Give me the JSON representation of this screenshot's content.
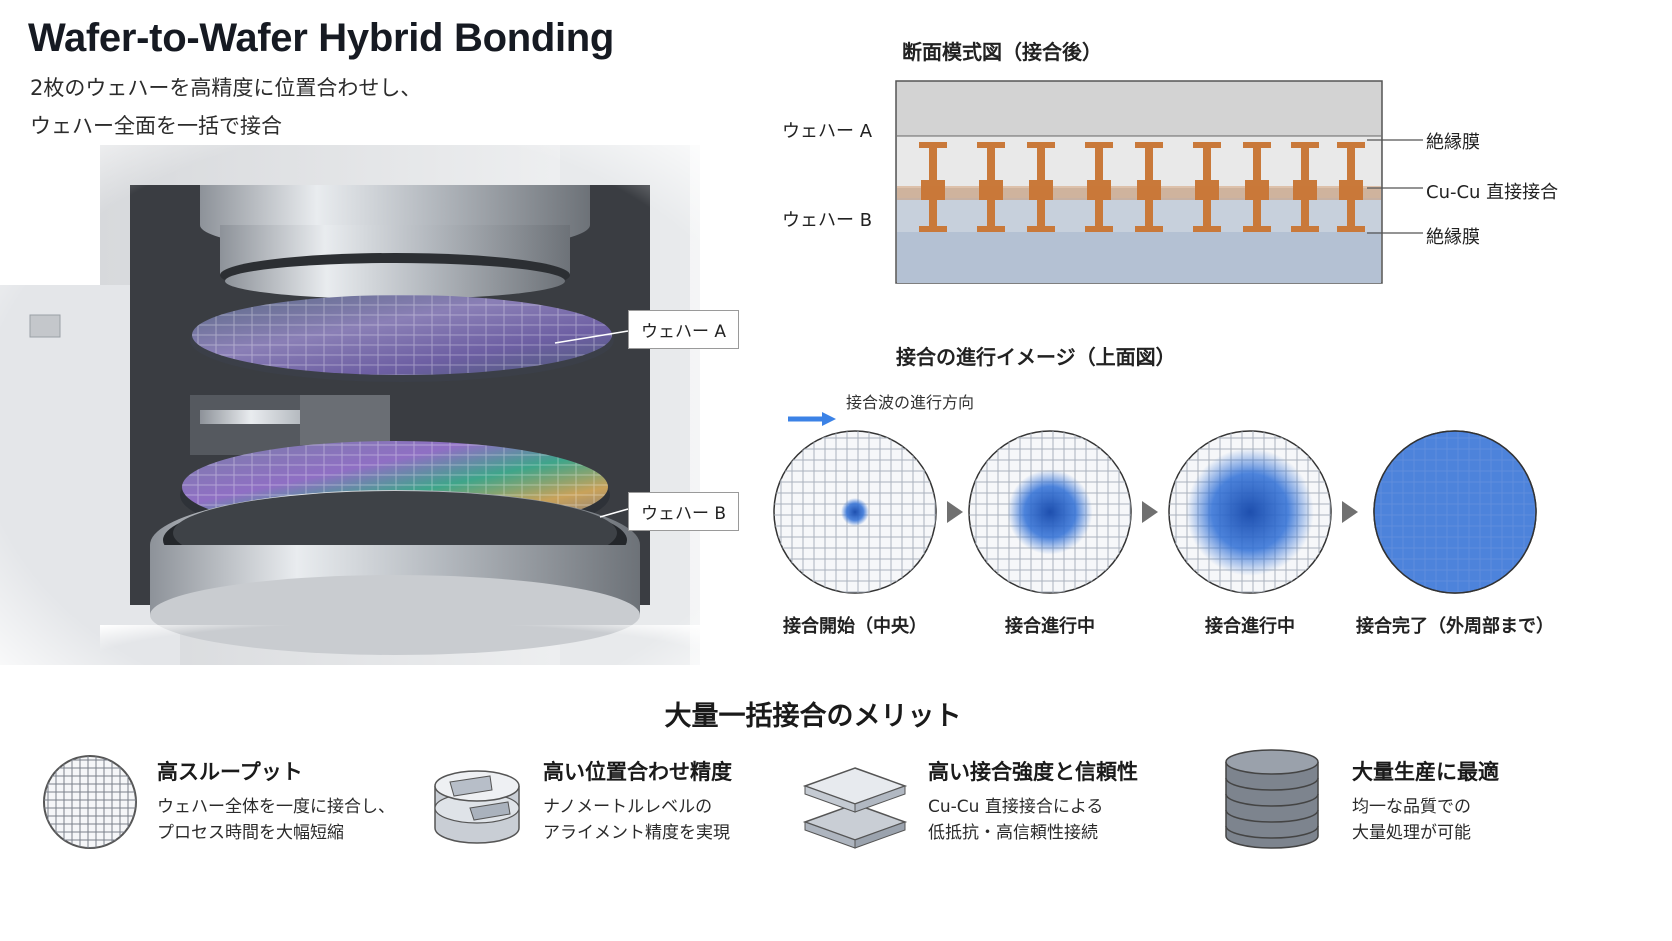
{
  "header": {
    "title": "Wafer-to-Wafer Hybrid Bonding",
    "subtitle_line1": "2枚のウェハーを高精度に位置合わせし、",
    "subtitle_line2": "ウェハー全面を一括で接合"
  },
  "machine": {
    "callout_a": "ウェハー A",
    "callout_b": "ウェハー B"
  },
  "cross_section": {
    "title": "断面模式図（接合後）",
    "wafer_a": "ウェハー A",
    "wafer_b": "ウェハー B",
    "label_insulator_top": "絶縁膜",
    "label_cu": "Cu-Cu 直接接合",
    "label_insulator_bottom": "絶縁膜"
  },
  "progress": {
    "title": "接合の進行イメージ（上面図）",
    "legend": "接合波の進行方向",
    "stages": [
      {
        "label": "接合開始（中央）",
        "bonded_fraction": 0.12
      },
      {
        "label": "接合進行中",
        "bonded_fraction": 0.5
      },
      {
        "label": "接合進行中",
        "bonded_fraction": 0.75
      },
      {
        "label": "接合完了（外周部まで）",
        "bonded_fraction": 1.0
      }
    ]
  },
  "merits": {
    "title": "大量一括接合のメリット",
    "items": [
      {
        "icon": "wafer-grid-icon",
        "title": "高スループット",
        "line1": "ウェハー全体を一度に接合し、",
        "line2": "プロセス時間を大幅短縮"
      },
      {
        "icon": "aligned-wafer-stack-icon",
        "title": "高い位置合わせ精度",
        "line1": "ナノメートルレベルの",
        "line2": "アライメント精度を実現"
      },
      {
        "icon": "bonded-layers-icon",
        "title": "高い接合強度と信頼性",
        "line1": "Cu-Cu 直接接合による",
        "line2": "低抵抗・高信頼性接続"
      },
      {
        "icon": "wafer-stack-icon",
        "title": "大量生産に最適",
        "line1": "均一な品質での",
        "line2": "大量処理が可能"
      }
    ]
  },
  "colors": {
    "copper": "#c9793a",
    "bond_blue": "#2f6fd6",
    "arrow_blue": "#3b82e6",
    "insulator_top": "#dcdcdc",
    "substrate_bottom": "#b7c4d6"
  }
}
